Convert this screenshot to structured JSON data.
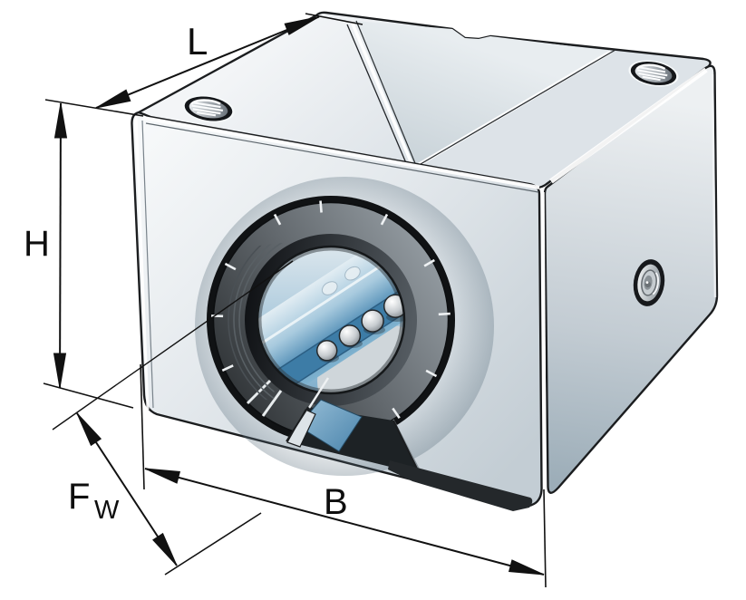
{
  "figure": {
    "title": "Linear ball bearing and housing unit with dimension annotations",
    "background": "#ffffff"
  },
  "dimension_labels": {
    "length": "L",
    "height": "H",
    "width": "B",
    "bore_main": "F",
    "bore_subscript": "W"
  },
  "colors": {
    "outline": "#1b1d1f",
    "dimension_lines": "#111111",
    "housing_light": "#f6f8f9",
    "housing_mid": "#cdd5da",
    "housing_dark": "#9dadb8",
    "bearing_ring_dark": "#33373a",
    "bearing_ring_light": "#8f979c",
    "cage_blue_light": "#bed7e5",
    "cage_blue_dark": "#3d7ca6",
    "ball_metal": "#c7ccd0"
  }
}
